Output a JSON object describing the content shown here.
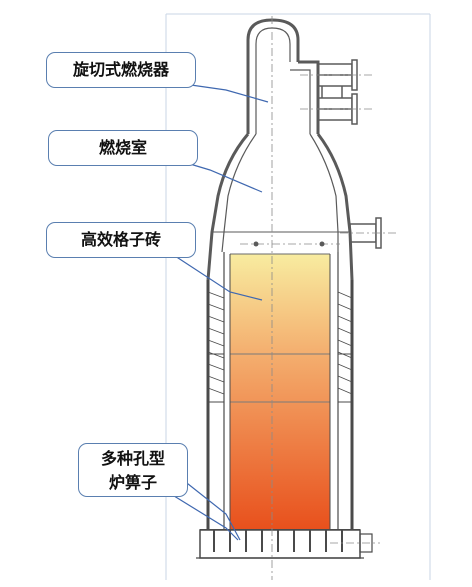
{
  "labels": {
    "burner": "旋切式燃烧器",
    "chamber": "燃烧室",
    "checker_brick": "高效格子砖",
    "grate_line1": "多种孔型",
    "grate_line2": "炉箅子"
  },
  "colors": {
    "outline": "#5a5a5a",
    "callout_border": "#5a7fb0",
    "leader": "#3f68b0",
    "brick_top": "#f8eca0",
    "brick_bottom": "#e8501c",
    "frame": "#c9d6e6"
  }
}
